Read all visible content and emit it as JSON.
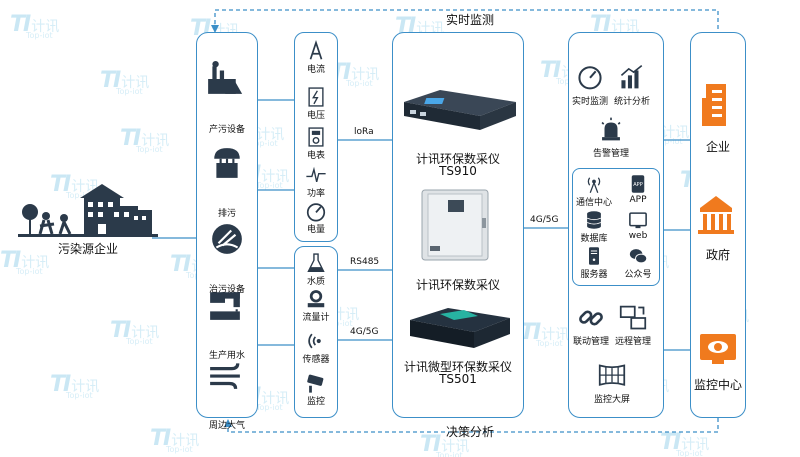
{
  "flow": {
    "top_label": "实时监测",
    "bottom_label": "决策分析"
  },
  "enterprise": {
    "label": "污染源企业"
  },
  "sources": [
    {
      "label": "产污设备",
      "icon": "factory-icon"
    },
    {
      "label": "排污",
      "icon": "sewage-icon"
    },
    {
      "label": "治污设备",
      "icon": "treatment-icon"
    },
    {
      "label": "生产用水",
      "icon": "water-pipe-icon"
    },
    {
      "label": "周边大气",
      "icon": "wind-icon"
    }
  ],
  "sensors_electric": [
    {
      "label": "电流",
      "icon": "ampere-icon"
    },
    {
      "label": "电压",
      "icon": "voltage-icon"
    },
    {
      "label": "电表",
      "icon": "meter-icon"
    },
    {
      "label": "功率",
      "icon": "power-icon"
    },
    {
      "label": "电量",
      "icon": "gauge-icon"
    }
  ],
  "sensors_env": [
    {
      "label": "水质",
      "icon": "flask-icon"
    },
    {
      "label": "流量计",
      "icon": "flowmeter-icon"
    },
    {
      "label": "传感器",
      "icon": "sensor-icon"
    },
    {
      "label": "监控",
      "icon": "camera-icon"
    }
  ],
  "connections": {
    "lora": "loRa",
    "rs485": "RS485",
    "g_left": "4G/5G",
    "g_right": "4G/5G"
  },
  "devices": [
    {
      "title": "计讯环保数采仪",
      "model": "TS910"
    },
    {
      "title": "计讯环保数采仪",
      "model": ""
    },
    {
      "title": "计讯微型环保数采仪",
      "model": "TS501"
    }
  ],
  "platform": {
    "top": [
      {
        "label": "实时监测",
        "icon": "speedometer-icon"
      },
      {
        "label": "统计分析",
        "icon": "bar-chart-icon"
      },
      {
        "label": "告警管理",
        "icon": "alarm-icon"
      }
    ],
    "core": [
      {
        "label": "通信中心",
        "icon": "antenna-icon"
      },
      {
        "label": "APP",
        "icon": "app-icon"
      },
      {
        "label": "数据库",
        "icon": "database-icon"
      },
      {
        "label": "web",
        "icon": "web-icon"
      },
      {
        "label": "服务器",
        "icon": "server-icon"
      },
      {
        "label": "公众号",
        "icon": "wechat-icon"
      }
    ],
    "bottom": [
      {
        "label": "联动管理",
        "icon": "link-icon"
      },
      {
        "label": "远程管理",
        "icon": "remote-icon"
      },
      {
        "label": "监控大屏",
        "icon": "video-wall-icon"
      }
    ]
  },
  "users": [
    {
      "label": "企业",
      "icon": "building-icon"
    },
    {
      "label": "政府",
      "icon": "government-icon"
    },
    {
      "label": "监控中心",
      "icon": "monitor-icon"
    }
  ],
  "watermark": {
    "brand": "计讯",
    "sub": "Top-iot",
    "logo": "TI"
  },
  "colors": {
    "accent": "#3c8fc8",
    "orange": "#f07a1e",
    "dark": "#2b3a4a",
    "light": "#dbeef8"
  }
}
